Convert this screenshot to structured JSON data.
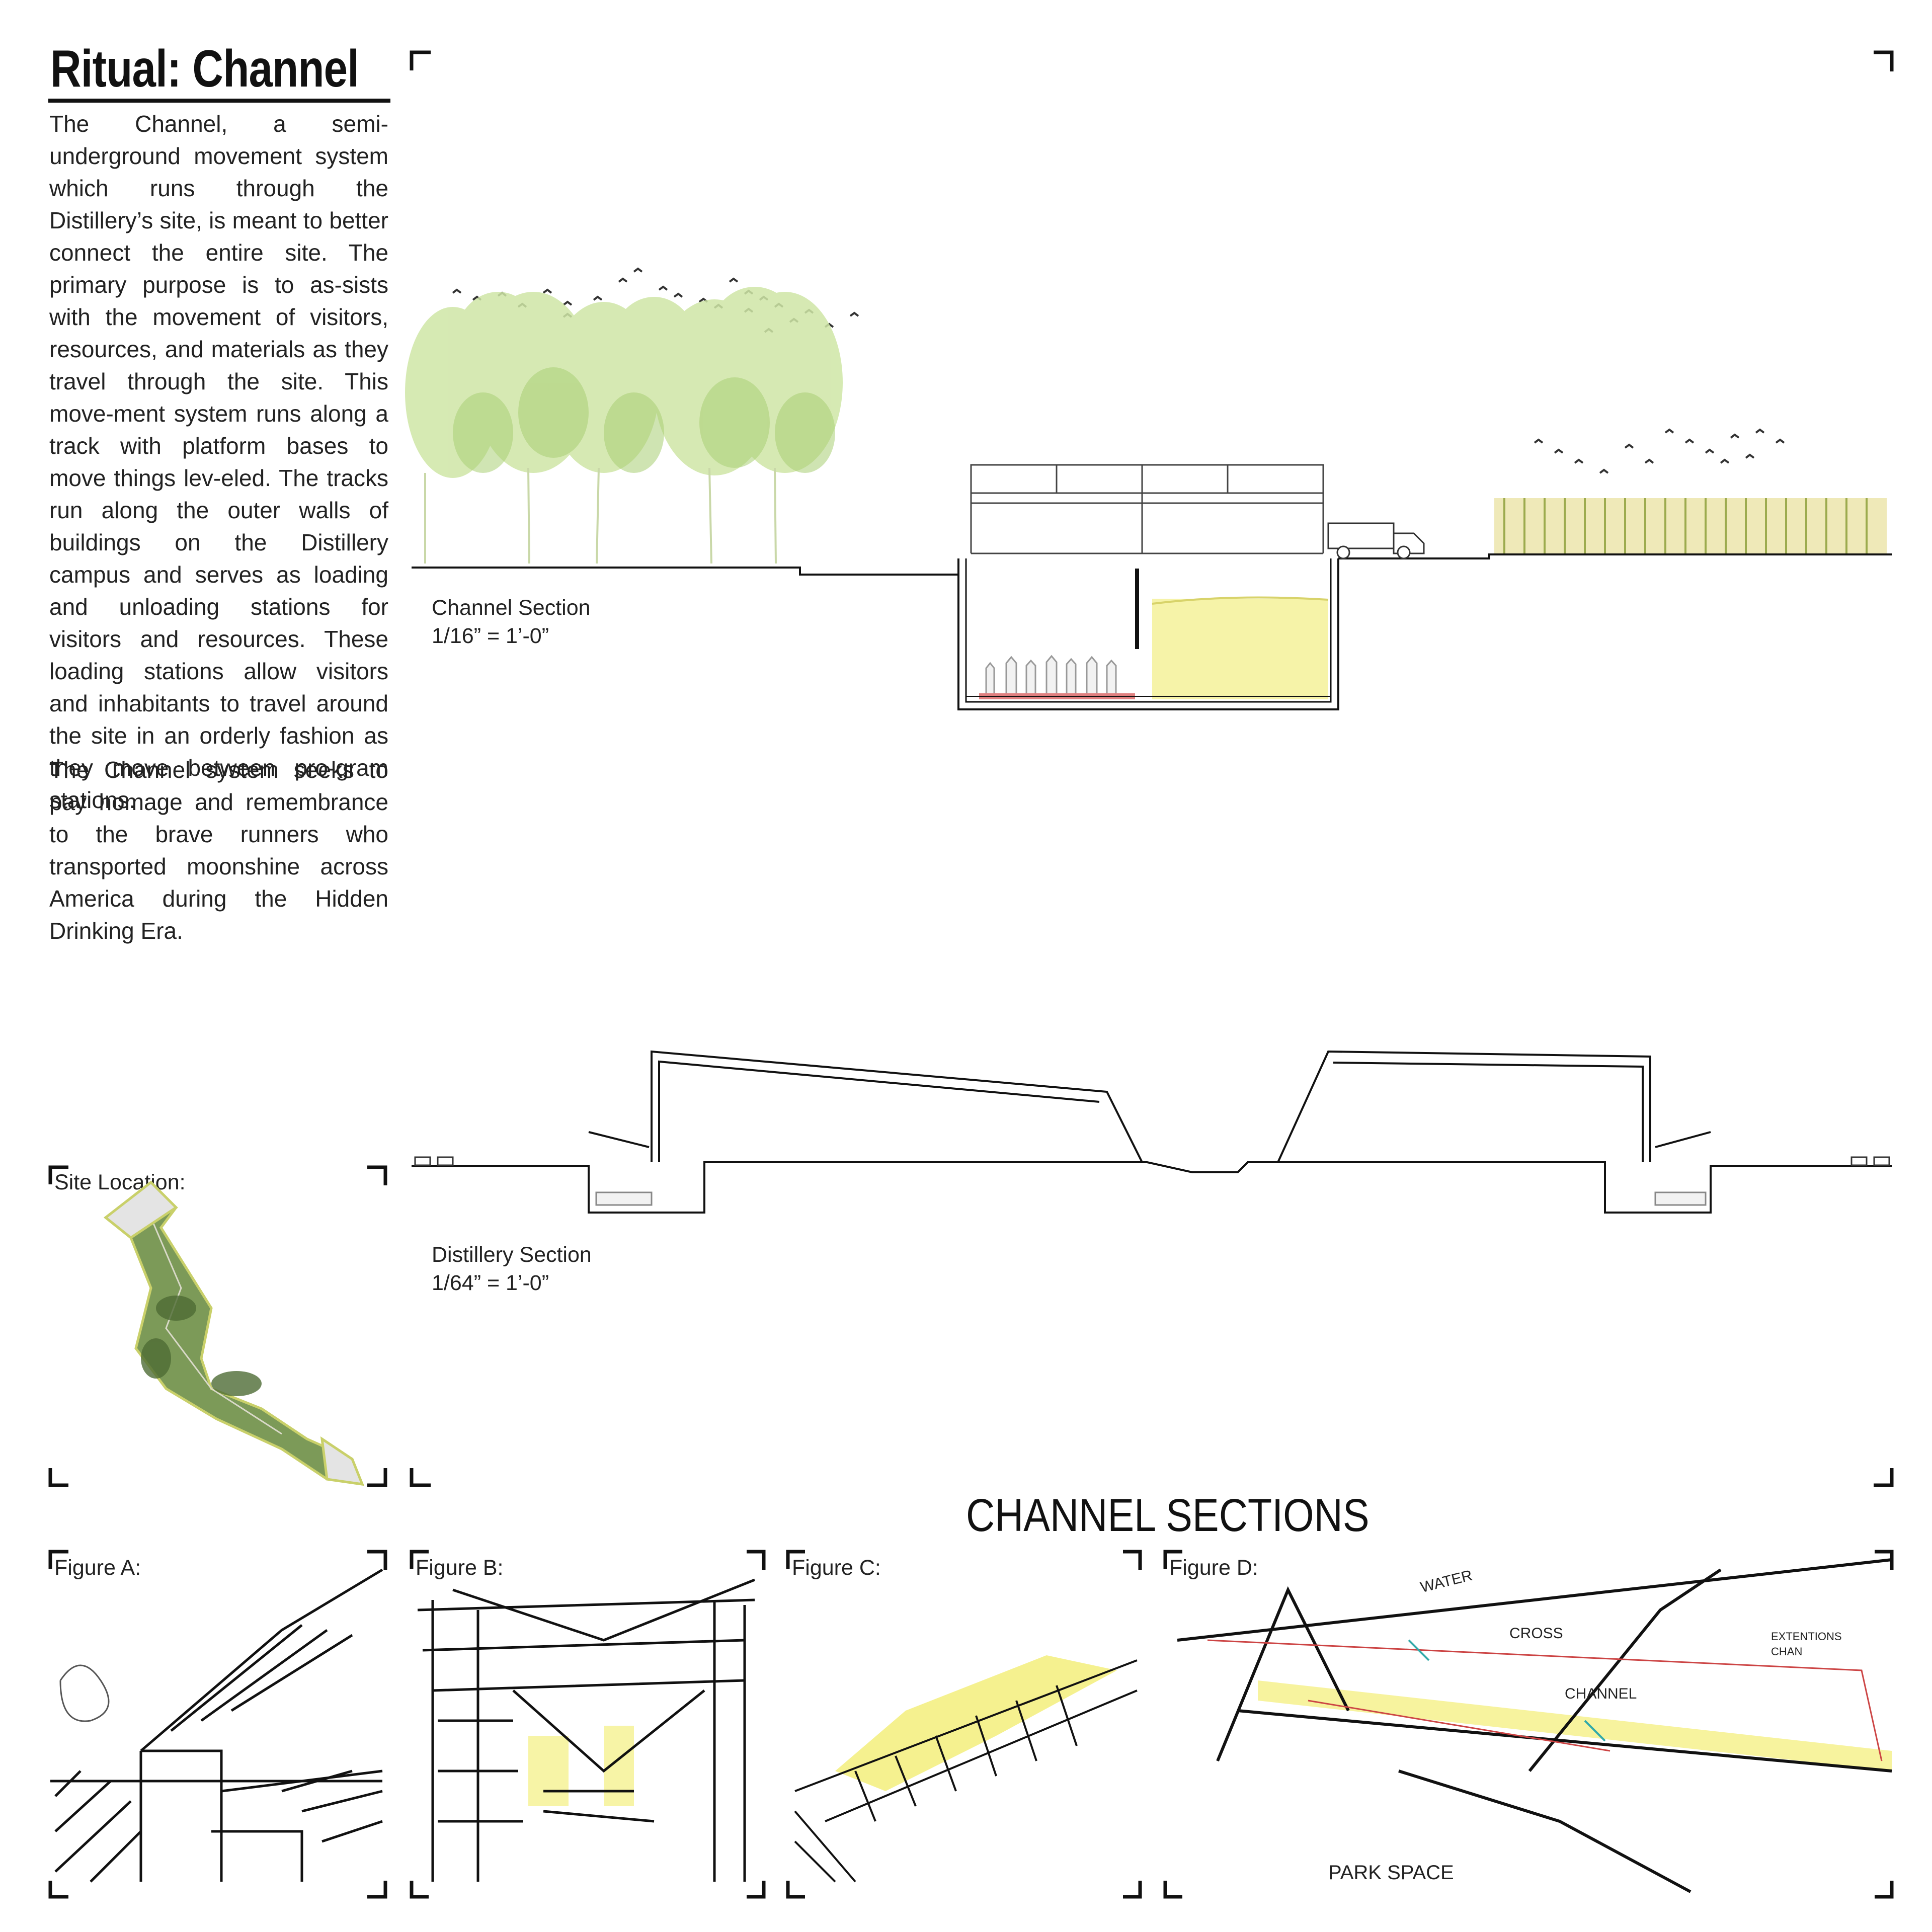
{
  "title": "Ritual: Channel",
  "description": {
    "paragraph1": "The Channel, a semi-underground movement system which runs through the Distillery’s site, is meant to better connect the entire site.  The primary purpose is to as-sists with the movement of visitors, resources, and materials as they travel through the site.  This move-ment system runs along a track with platform bases to move things lev-eled.  The tracks run along the outer walls of buildings on the Distillery campus and serves as loading and unloading stations for visitors and resources.  These loading stations allow visitors and inhabitants to travel around the site in an orderly fashion as they move between pro-gram stations.",
    "paragraph2": "The Channel system seeks to pay homage and remembrance to the brave runners who transported moonshine across America during the Hidden Drinking Era."
  },
  "channel_section": {
    "name": "Channel Section",
    "scale": "1/16” = 1’-0”"
  },
  "distillery_section": {
    "name": "Distillery Section",
    "scale": "1/64” = 1’-0”"
  },
  "site_location": {
    "label": "Site Location:"
  },
  "sections_heading": "CHANNEL SECTIONS",
  "figures": [
    {
      "label": "Figure A:"
    },
    {
      "label": "Figure B:"
    },
    {
      "label": "Figure C:"
    },
    {
      "label": "Figure D:"
    }
  ],
  "sketch_notes": {
    "water": "WATER",
    "cross": "CROSS",
    "channel": "CHANNEL",
    "extentions": "EXTENTIONS",
    "chan": "CHAN",
    "park_space": "PARK SPACE"
  },
  "colors": {
    "ink": "#111111",
    "tree_green": "#b8d98a",
    "grain_yellow": "#f3f090",
    "floor_red": "#e08080",
    "sketch_yellow": "#f2ec6a",
    "site_green": "#6e8a4c"
  }
}
